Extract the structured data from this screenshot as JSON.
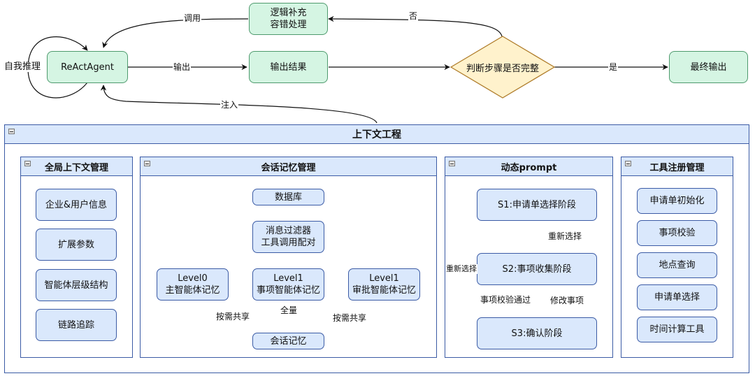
{
  "top_flow": {
    "agent": "ReActAgent",
    "self_loop_label": "自我推理",
    "fallback_node": "逻辑补充\n容错处理",
    "invoke_label": "调用",
    "output_edge_label": "输出",
    "output_node": "输出结果",
    "decision": "判断步骤是否完整",
    "no_label": "否",
    "yes_label": "是",
    "final_node": "最终输出",
    "inject_label": "注入"
  },
  "context_engineering": {
    "title": "上下文工程",
    "global": {
      "title": "全局上下文管理",
      "items": [
        "企业&用户信息",
        "扩展参数",
        "智能体层级结构",
        "链路追踪"
      ]
    },
    "session_memory": {
      "title": "会话记忆管理",
      "database": "数据库",
      "filter": "消息过滤器\n工具调用配对",
      "level0": "Level0\n主智能体记忆",
      "level1_item": "Level1\n事项智能体记忆",
      "level1_approval": "Level1\n审批智能体记忆",
      "share_left": "按需共享",
      "full": "全量",
      "share_right": "按需共享",
      "session": "会话记忆"
    },
    "dynamic_prompt": {
      "title": "动态prompt",
      "s1": "S1:申请单选择阶段",
      "s2": "S2:事项收集阶段",
      "s3": "S3:确认阶段",
      "reselect_left": "重新选择",
      "reselect_right": "重新选择",
      "verified": "事项校验通过",
      "modify": "修改事项"
    },
    "tool_registry": {
      "title": "工具注册管理",
      "items": [
        "申请单初始化",
        "事项校验",
        "地点查询",
        "申请单选择",
        "时间计算工具"
      ]
    }
  },
  "colors": {
    "green_fill": "#d5f5e3",
    "green_stroke": "#4e9a6d",
    "blue_fill": "#dae8fc",
    "blue_stroke": "#3b5ba5",
    "diamond_fill": "#fff2cc",
    "diamond_stroke": "#b07d2b"
  }
}
